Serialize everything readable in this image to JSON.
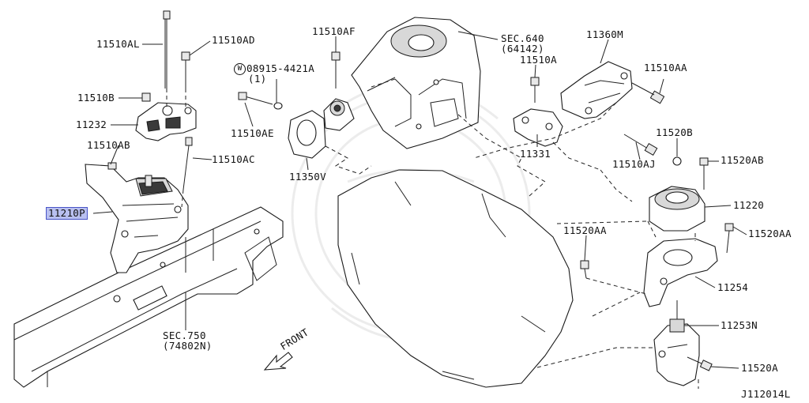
{
  "diagram": {
    "id_code": "J112014L",
    "highlight_color": "#b9c0f0",
    "labels": {
      "p11510AL": "11510AL",
      "p11510AD": "11510AD",
      "p11510B": "11510B",
      "p11232": "11232",
      "p11510AB": "11510AB",
      "p11510AC": "11510AC",
      "p11210P": "11210P",
      "p11510AF": "11510AF",
      "sec640": "SEC.640",
      "sec640_sub": "(64142)",
      "p08915_w": "W",
      "p08915": "08915-4421A",
      "p08915_qty": "(1)",
      "p11510AE": "11510AE",
      "p11350V": "11350V",
      "p11360M": "11360M",
      "p11510A": "11510A",
      "p11510AA": "11510AA",
      "p11331": "11331",
      "p11510AJ": "11510AJ",
      "p11520B": "11520B",
      "p11520AB": "11520AB",
      "p11220": "11220",
      "p11520AA_left": "11520AA",
      "p11520AA_right": "11520AA",
      "p11254": "11254",
      "p11253N": "11253N",
      "p11520A": "11520A",
      "sec750": "SEC.750",
      "sec750_sub": "(74802N)",
      "front": "FRONT"
    }
  }
}
